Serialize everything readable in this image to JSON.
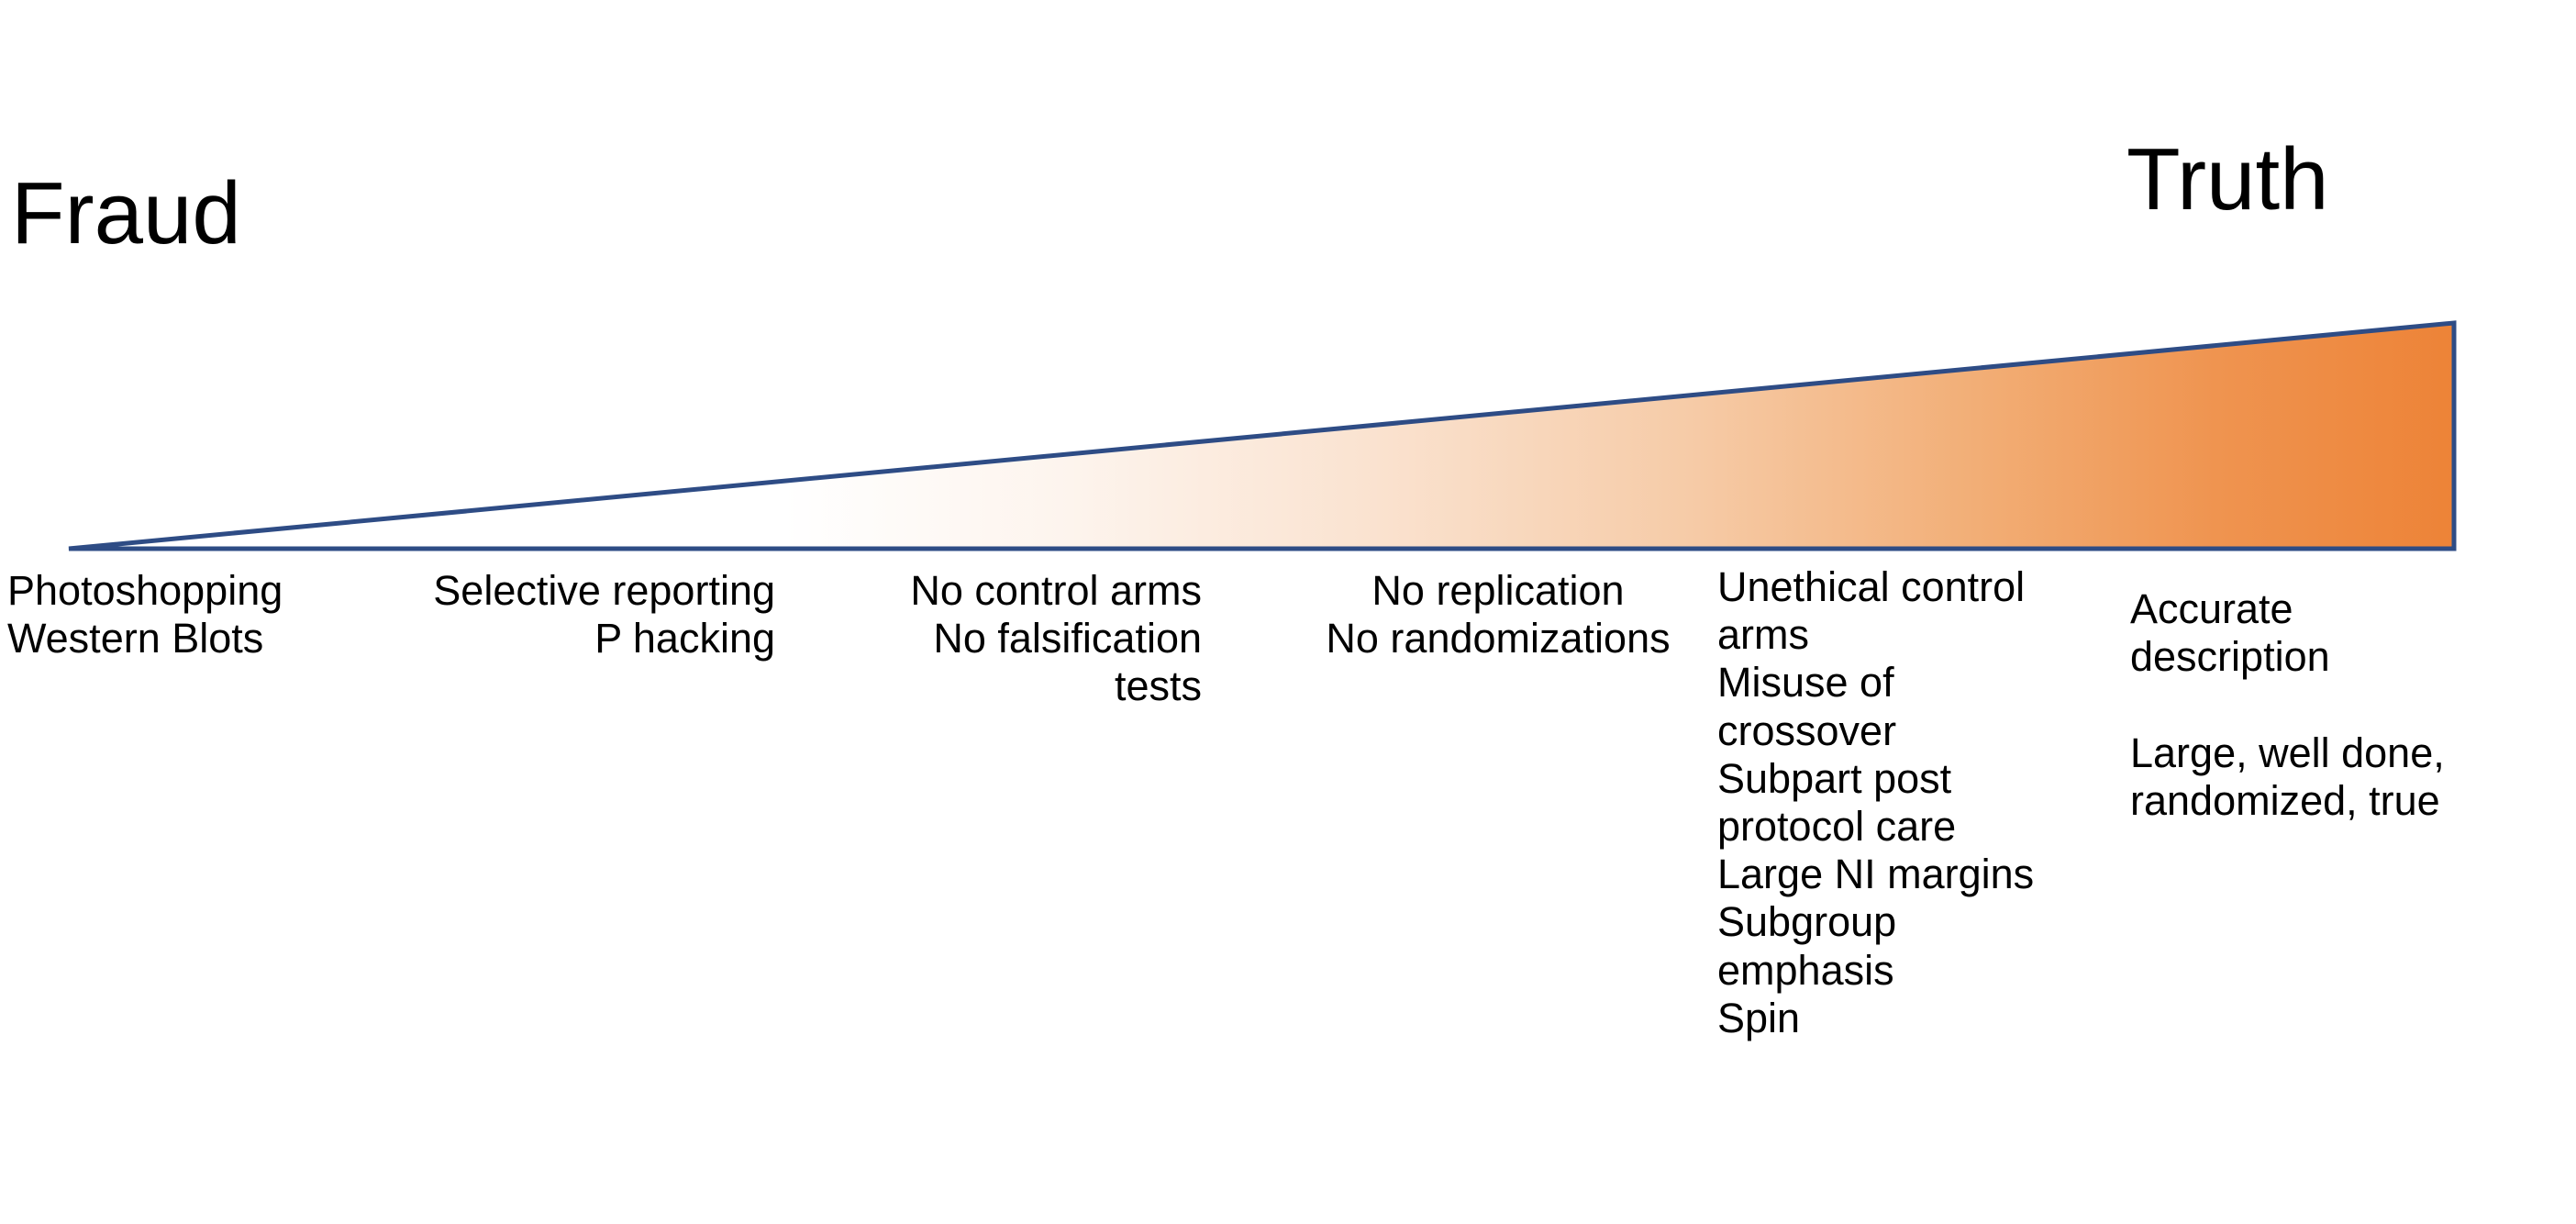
{
  "diagram": {
    "type": "gradient-spectrum-wedge",
    "axis_left_label": "Fraud",
    "axis_right_label": "Truth",
    "colors": {
      "wedge_outline": "#2E4C85",
      "wedge_fill_start": "#FFFFFF",
      "wedge_fill_end": "#ED8337",
      "text": "#000000",
      "background": "#FFFFFF"
    },
    "stages": [
      {
        "index": 0,
        "align": "left",
        "lines": [
          "Photoshopping",
          "Western Blots"
        ]
      },
      {
        "index": 1,
        "align": "right",
        "lines": [
          "Selective reporting",
          "P hacking"
        ]
      },
      {
        "index": 2,
        "align": "right",
        "lines": [
          "No control arms",
          "No falsification",
          "tests"
        ]
      },
      {
        "index": 3,
        "align": "center",
        "lines": [
          "No replication",
          "No randomizations"
        ]
      },
      {
        "index": 4,
        "align": "left",
        "lines": [
          "Unethical control",
          "arms",
          "Misuse of",
          "crossover",
          "Subpart post",
          "protocol care",
          "Large NI margins",
          "Subgroup",
          "emphasis",
          "Spin"
        ]
      },
      {
        "index": 5,
        "align": "left",
        "lines": [
          "Accurate",
          "description",
          "",
          "Large, well done,",
          "randomized, true"
        ]
      }
    ]
  }
}
